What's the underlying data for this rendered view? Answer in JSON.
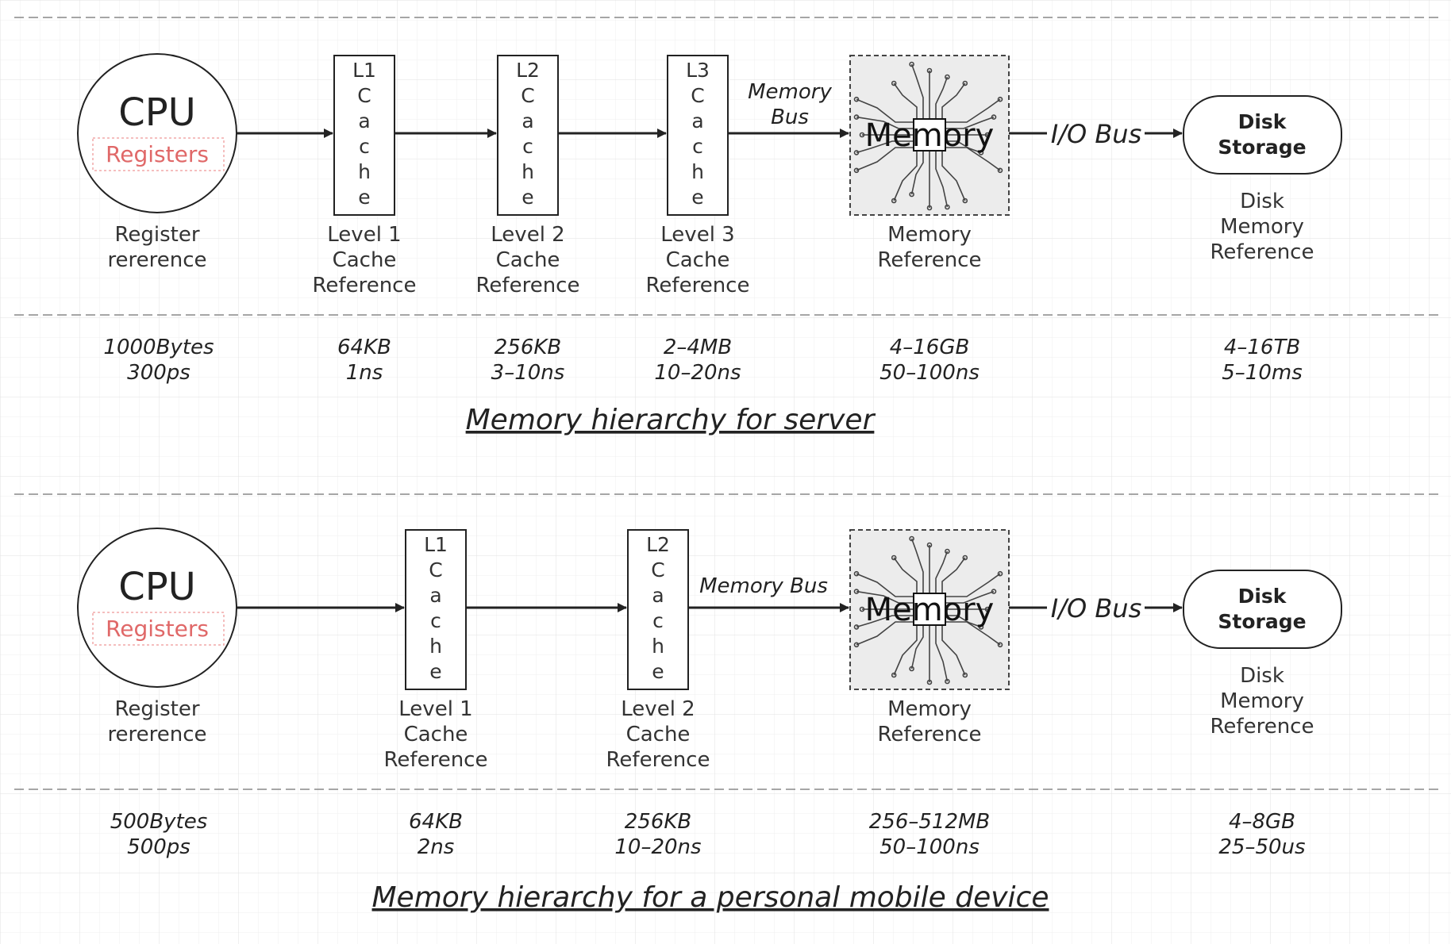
{
  "diagrams": [
    {
      "cpu": {
        "title": "CPU",
        "registers": "Registers",
        "label_lines": [
          "Register",
          "rererence"
        ]
      },
      "caches": [
        {
          "box_lines": [
            "L1",
            "C",
            "a",
            "c",
            "h",
            "e"
          ],
          "label_lines": [
            "Level 1",
            "Cache",
            "Reference"
          ]
        },
        {
          "box_lines": [
            "L2",
            "C",
            "a",
            "c",
            "h",
            "e"
          ],
          "label_lines": [
            "Level 2",
            "Cache",
            "Reference"
          ]
        },
        {
          "box_lines": [
            "L3",
            "C",
            "a",
            "c",
            "h",
            "e"
          ],
          "label_lines": [
            "Level 3",
            "Cache",
            "Reference"
          ]
        }
      ],
      "memory_bus_lines": [
        "Memory",
        "Bus"
      ],
      "memory": {
        "chip_text": "Memory",
        "label_lines": [
          "Memory",
          "Reference"
        ]
      },
      "io_bus": "I/O Bus",
      "disk": {
        "box_lines": [
          "Disk",
          "Storage"
        ],
        "label_lines": [
          "Disk",
          "Memory",
          "Reference"
        ]
      },
      "metrics": [
        {
          "size": "1000Bytes",
          "latency": "300ps"
        },
        {
          "size": "64KB",
          "latency": "1ns"
        },
        {
          "size": "256KB",
          "latency": "3–10ns"
        },
        {
          "size": "2–4MB",
          "latency": "10–20ns"
        },
        {
          "size": "4–16GB",
          "latency": "50–100ns"
        },
        {
          "size": "4–16TB",
          "latency": "5–10ms"
        }
      ],
      "caption": "Memory hierarchy for server"
    },
    {
      "cpu": {
        "title": "CPU",
        "registers": "Registers",
        "label_lines": [
          "Register",
          "rererence"
        ]
      },
      "caches": [
        {
          "box_lines": [
            "L1",
            "C",
            "a",
            "c",
            "h",
            "e"
          ],
          "label_lines": [
            "Level 1",
            "Cache",
            "Reference"
          ]
        },
        {
          "box_lines": [
            "L2",
            "C",
            "a",
            "c",
            "h",
            "e"
          ],
          "label_lines": [
            "Level 2",
            "Cache",
            "Reference"
          ]
        }
      ],
      "memory_bus_lines": [
        "Memory Bus"
      ],
      "memory": {
        "chip_text": "Memory",
        "label_lines": [
          "Memory",
          "Reference"
        ]
      },
      "io_bus": "I/O Bus",
      "disk": {
        "box_lines": [
          "Disk",
          "Storage"
        ],
        "label_lines": [
          "Disk",
          "Memory",
          "Reference"
        ]
      },
      "metrics": [
        {
          "size": "500Bytes",
          "latency": "500ps"
        },
        {
          "size": "64KB",
          "latency": "2ns"
        },
        {
          "size": "256KB",
          "latency": "10–20ns"
        },
        {
          "size": "256–512MB",
          "latency": "50–100ns"
        },
        {
          "size": "4–8GB",
          "latency": "25–50us"
        }
      ],
      "caption": "Memory hierarchy for a personal mobile device"
    }
  ],
  "colors": {
    "grid": "#ececec",
    "line": "#222222",
    "dashed": "#888888",
    "register_text": "#e06868",
    "register_border": "#f2a8a8"
  }
}
